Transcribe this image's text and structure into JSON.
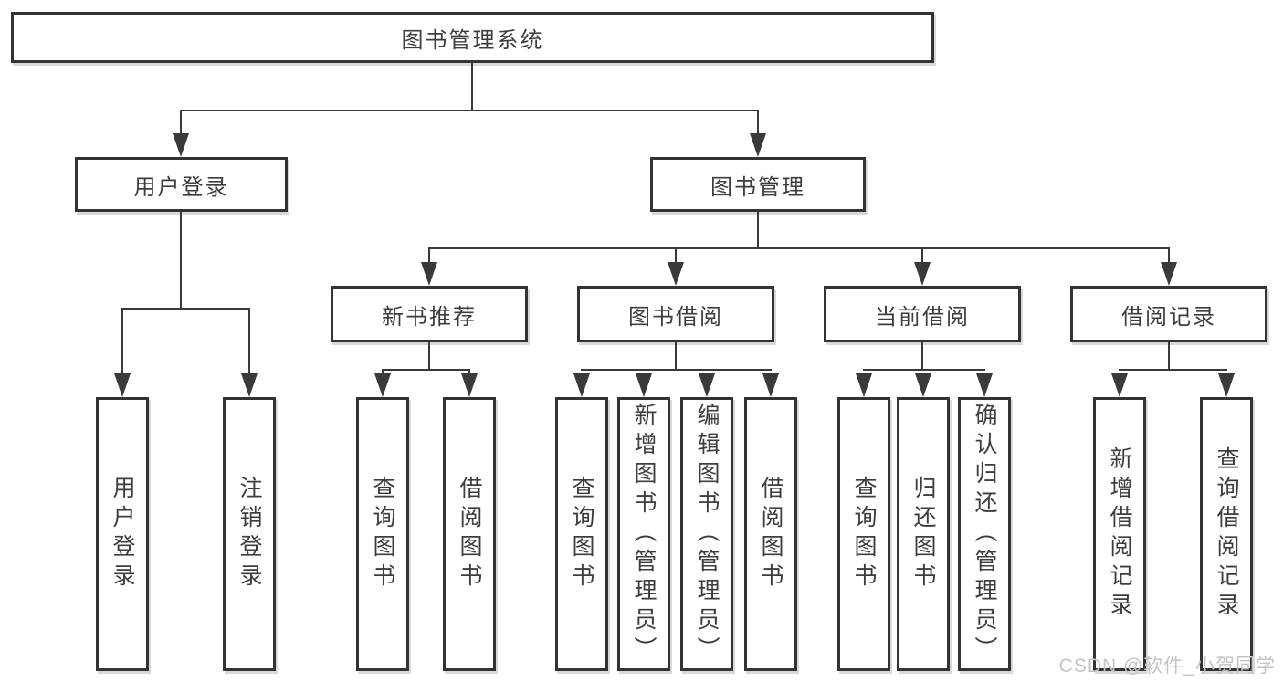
{
  "diagram_type": "hierarchy-tree",
  "colors": {
    "line": "#3a3a3a",
    "text": "#3d3d3d",
    "box_border": "#333333",
    "box_bg": "#ffffff",
    "watermark": "#c4c4c4"
  },
  "nodes": {
    "root": {
      "label": "图书管理系统"
    },
    "level2": [
      {
        "label": "用户登录"
      },
      {
        "label": "图书管理"
      }
    ],
    "level3": [
      {
        "label": "新书推荐"
      },
      {
        "label": "图书借阅"
      },
      {
        "label": "当前借阅"
      },
      {
        "label": "借阅记录"
      }
    ],
    "leaves": {
      "user_login": [
        {
          "label": "用户登录"
        },
        {
          "label": "注销登录"
        }
      ],
      "new_book": [
        {
          "label": "查询图书"
        },
        {
          "label": "借阅图书"
        }
      ],
      "book_borrow": [
        {
          "label": "查询图书"
        },
        {
          "label": "新增图书（管理员）"
        },
        {
          "label": "编辑图书（管理员）"
        },
        {
          "label": "借阅图书"
        }
      ],
      "current_borrow": [
        {
          "label": "查询图书"
        },
        {
          "label": "归还图书"
        },
        {
          "label": "确认归还（管理员）"
        }
      ],
      "borrow_records": [
        {
          "label": "新增借阅记录"
        },
        {
          "label": "查询借阅记录"
        }
      ]
    }
  },
  "watermark": {
    "text": "CSDN @软件_小贺同学"
  }
}
